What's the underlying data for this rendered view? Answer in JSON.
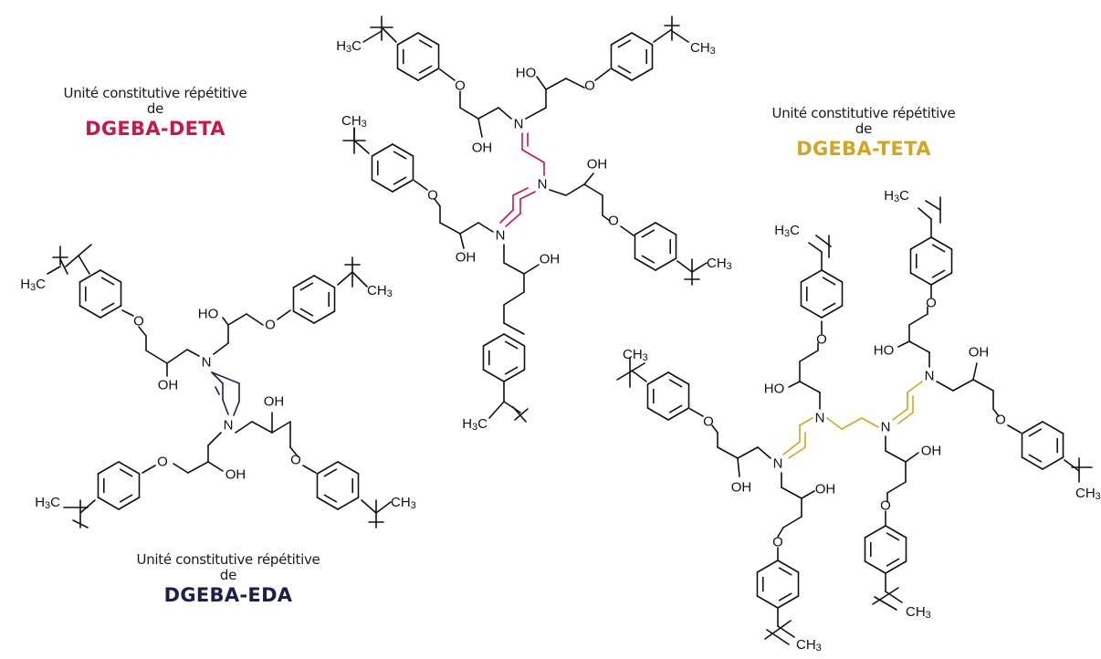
{
  "captions": {
    "deta": {
      "subtitle": "Unité constitutive répétitive de",
      "name": "DGEBA-DETA",
      "color": "#c8184a"
    },
    "teta": {
      "subtitle": "Unité constitutive répétitive de",
      "name": "DGEBA-TETA",
      "color": "#d4a520"
    },
    "eda": {
      "subtitle": "Unité constitutive répétitive de",
      "name": "DGEBA-EDA",
      "color": "#1c1f4a"
    }
  },
  "atoms": {
    "hydroxyl": "OH",
    "hydroxyl_rev": "HO",
    "ether_oxygen": "O",
    "nitrogen": "N",
    "methyl_left": "H3C",
    "methyl_right": "CH3"
  },
  "colors": {
    "bond": "#111111",
    "deta_linker": "#c8184a",
    "teta_linker": "#d4a520",
    "eda_linker": "#1c1f4a"
  }
}
